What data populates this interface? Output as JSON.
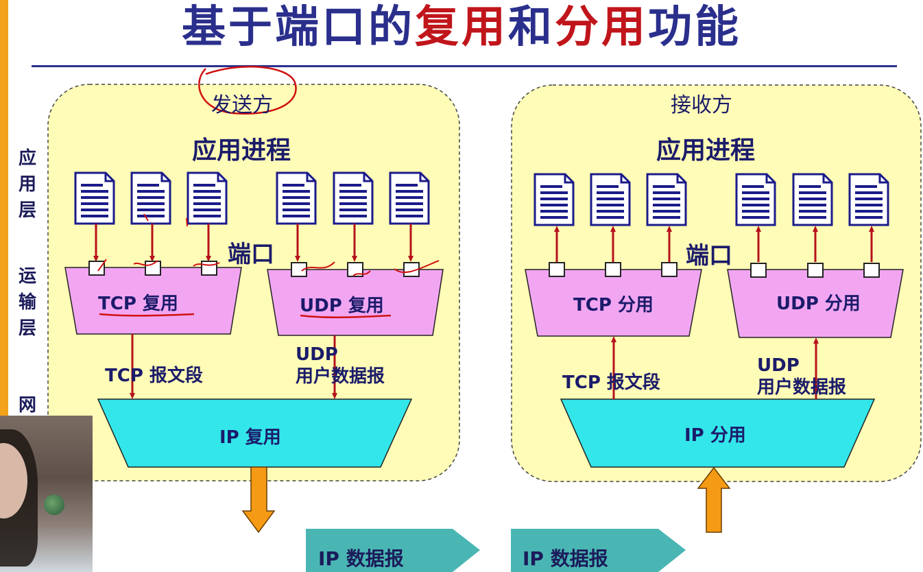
{
  "title": {
    "part1": "基于端口的",
    "part2": "复用",
    "part3": "和",
    "part4": "分用",
    "part5": "功能"
  },
  "side_labels": {
    "app_layer": "应用层",
    "transport_layer": "运输层",
    "network_layer_partial": "网"
  },
  "sender": {
    "label": "发送方",
    "app_process": "应用进程",
    "port_label": "端口",
    "tcp_box": "TCP 复用",
    "udp_box": "UDP 复用",
    "tcp_segment": "TCP 报文段",
    "udp_datagram_line1": "UDP",
    "udp_datagram_line2": "用户数据报",
    "ip_box": "IP 复用"
  },
  "receiver": {
    "label": "接收方",
    "app_process": "应用进程",
    "port_label": "端口",
    "tcp_box": "TCP 分用",
    "udp_box": "UDP 分用",
    "tcp_segment": "TCP 报文段",
    "udp_datagram_line1": "UDP",
    "udp_datagram_line2": "用户数据报",
    "ip_box": "IP 分用"
  },
  "ip_datagram_1": "IP 数据报",
  "ip_datagram_2": "IP 数据报",
  "colors": {
    "title_blue": "#2b2f8c",
    "title_red": "#c0151b",
    "panel_yellow": "#fefcb6",
    "mux_pink": "#f2a6f2",
    "ip_cyan": "#33e6ea",
    "arrow_red": "#b5121b",
    "arrow_orange": "#f59a14",
    "datagram_teal": "#2aa9a6"
  }
}
